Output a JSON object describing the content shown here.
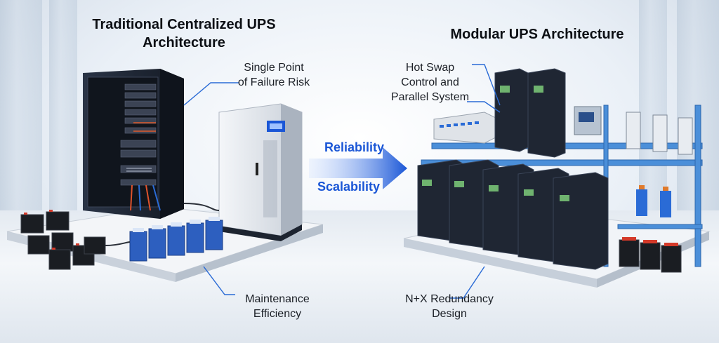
{
  "left_title": [
    "Traditional Centralized UPS",
    "Architecture"
  ],
  "right_title": "Modular UPS Architecture",
  "labels": {
    "single_point": [
      "Single Point",
      "of Failure Risk"
    ],
    "hot_swap": [
      "Hot Swap",
      "Control and",
      "Parallel System"
    ],
    "maintenance": [
      "Maintenance",
      "Efficiency"
    ],
    "redundancy": [
      "N+X Redundancy",
      "Design"
    ]
  },
  "arrow": {
    "top": "Reliability",
    "bottom": "Scalability"
  },
  "colors": {
    "accent": "#1a56d6",
    "cabinet": "#1f2633",
    "battery_blue": "#2d5fbf",
    "rail": "#4b8fd9"
  }
}
